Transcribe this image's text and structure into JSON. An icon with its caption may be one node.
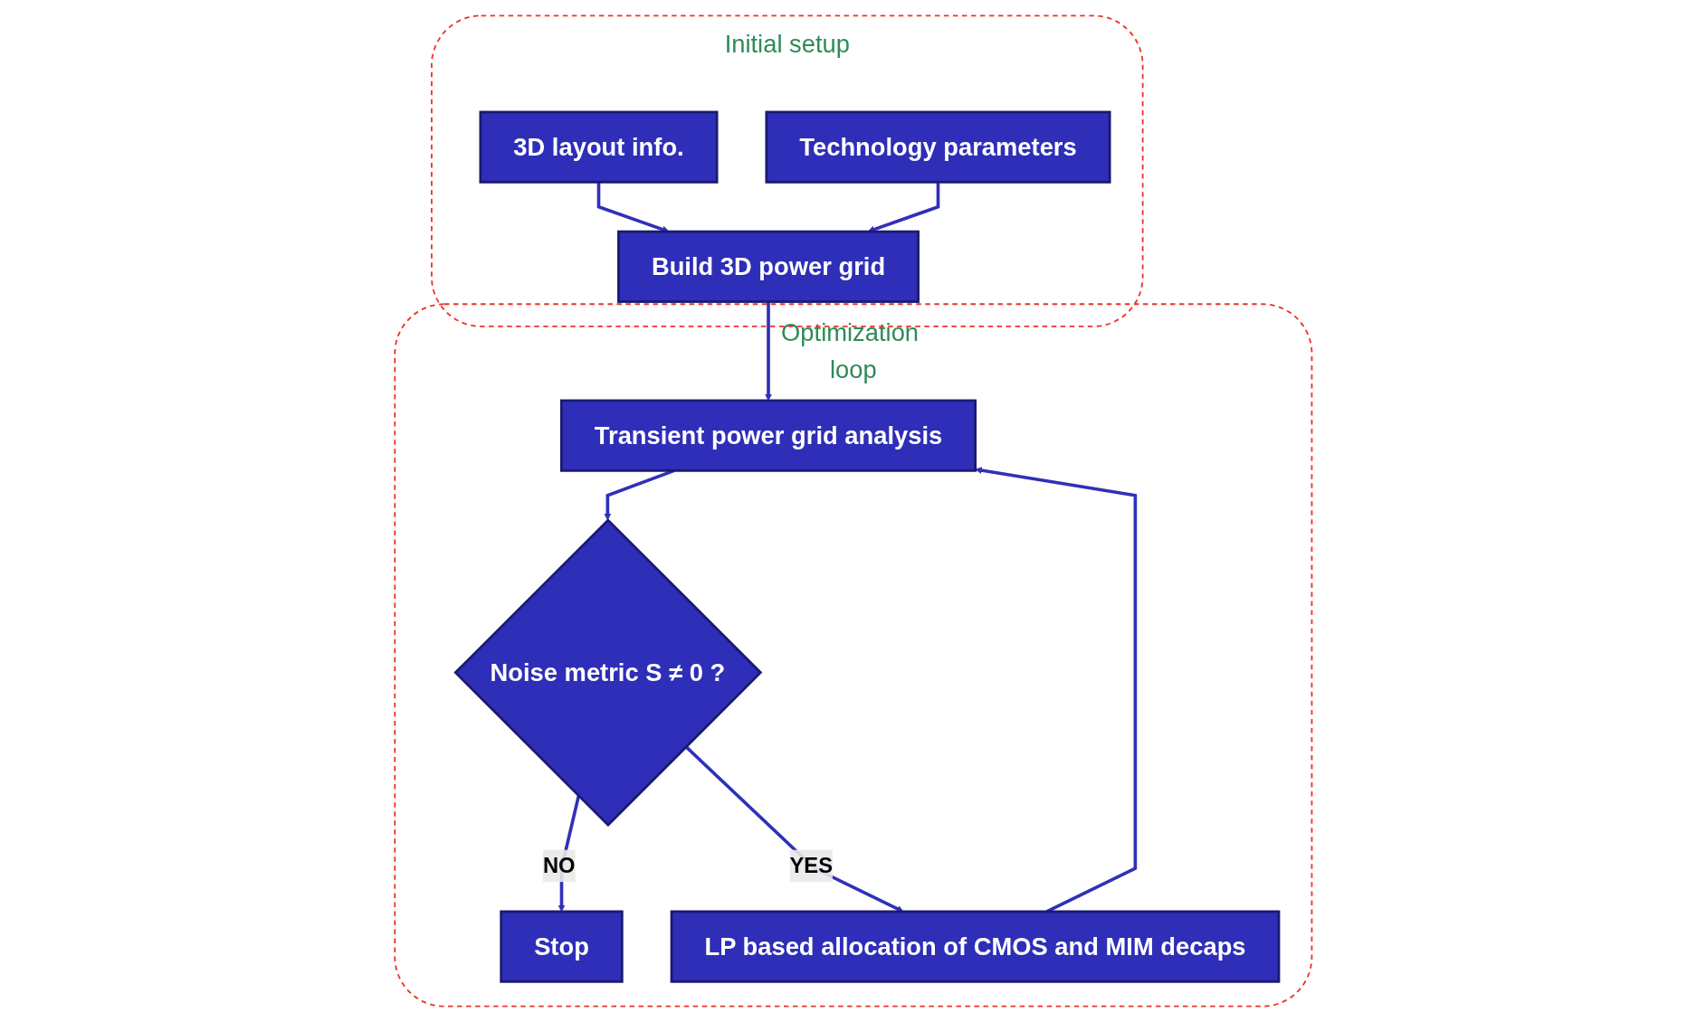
{
  "diagram": {
    "nodes": [
      {
        "text": [
          "Initial setup"
        ]
      },
      {
        "text": [
          "3D layout info."
        ],
        "in": 0
      },
      {
        "text": [
          "Technology parameters"
        ],
        "in": 0
      },
      {
        "text": [
          "Build 3D power grid"
        ],
        "in": 0
      },
      {
        "text": [
          "Optimization loop"
        ]
      },
      {
        "text": [
          "Transient power grid analysis"
        ],
        "in": 4
      },
      {
        "text": [
          "Noise metric S ≠ 0 ?"
        ],
        "in": 4
      },
      {
        "text": [
          "Stop"
        ],
        "in": 4
      },
      {
        "text": [
          "LP based allocation of CMOS and MIM decaps"
        ],
        "in": 4
      }
    ],
    "edges": [
      {
        "from": 1,
        "to": 3,
        "arrow": "to"
      },
      {
        "from": 2,
        "to": 3,
        "arrow": "to"
      },
      {
        "from": 3,
        "to": 5,
        "arrow": "to"
      },
      {
        "from": 5,
        "to": 6,
        "arrow": "to"
      },
      {
        "from": 6,
        "to": 7,
        "arrow": "to",
        "label": "NO"
      },
      {
        "from": 6,
        "to": 8,
        "arrow": "to",
        "label": "YES"
      },
      {
        "from": 8,
        "to": 5,
        "arrow": "to"
      }
    ]
  }
}
